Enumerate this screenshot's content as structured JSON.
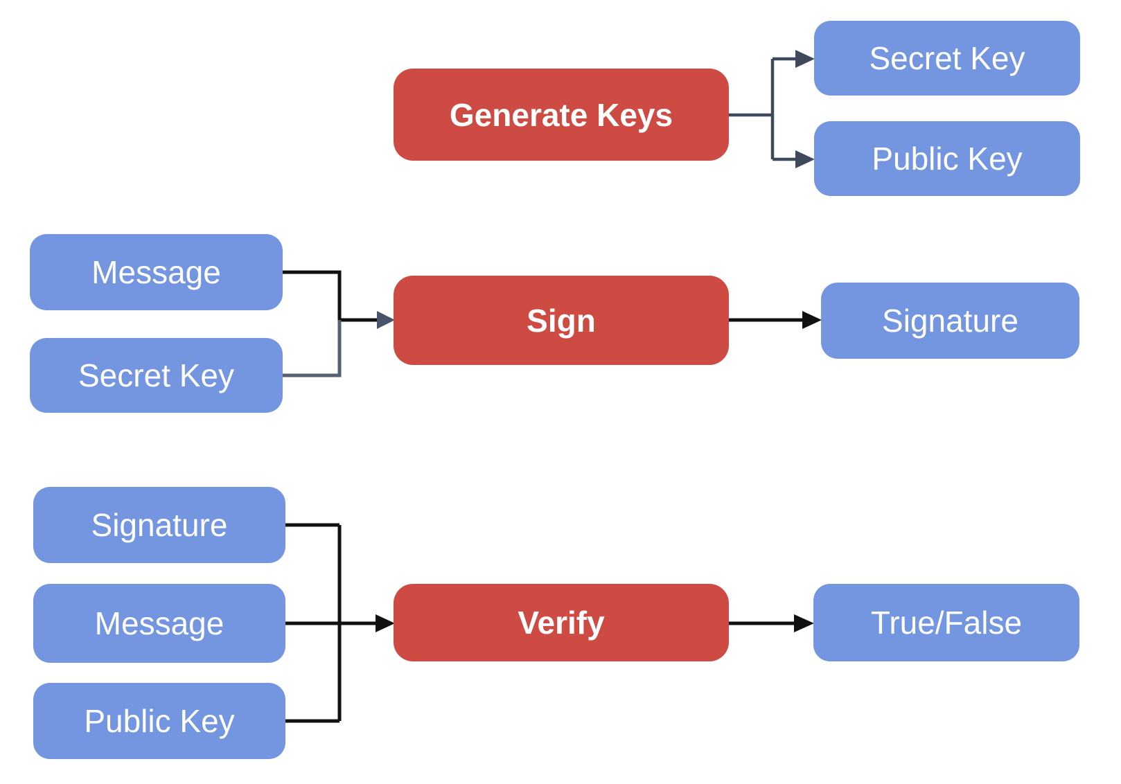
{
  "diagram_type": "flowchart",
  "topic": "digital-signature-scheme",
  "nodes": {
    "generate_keys": {
      "label": "Generate Keys",
      "type": "action"
    },
    "secret_key_top": {
      "label": "Secret Key",
      "type": "data"
    },
    "public_key_top": {
      "label": "Public Key",
      "type": "data"
    },
    "message_mid": {
      "label": "Message",
      "type": "data"
    },
    "secret_key_mid": {
      "label": "Secret Key",
      "type": "data"
    },
    "sign": {
      "label": "Sign",
      "type": "action"
    },
    "signature_mid": {
      "label": "Signature",
      "type": "data"
    },
    "signature_bot": {
      "label": "Signature",
      "type": "data"
    },
    "message_bot": {
      "label": "Message",
      "type": "data"
    },
    "public_key_bot": {
      "label": "Public Key",
      "type": "data"
    },
    "verify": {
      "label": "Verify",
      "type": "action"
    },
    "true_false": {
      "label": "True/False",
      "type": "data"
    }
  },
  "edges": [
    {
      "from": "generate_keys",
      "to": "secret_key_top"
    },
    {
      "from": "generate_keys",
      "to": "public_key_top"
    },
    {
      "from": "message_mid",
      "to": "sign"
    },
    {
      "from": "secret_key_mid",
      "to": "sign"
    },
    {
      "from": "sign",
      "to": "signature_mid"
    },
    {
      "from": "signature_bot",
      "to": "verify"
    },
    {
      "from": "message_bot",
      "to": "verify"
    },
    {
      "from": "public_key_bot",
      "to": "verify"
    },
    {
      "from": "verify",
      "to": "true_false"
    }
  ],
  "colors": {
    "action_box": "#CD4B43",
    "data_box": "#7495DF",
    "connector_slate": "#3E4A5C",
    "connector_black": "#111111",
    "connector_gray": "#566070",
    "arrowhead_slate": "#46536B",
    "text_color": "#FFFFFF",
    "background": "#FFFFFF"
  }
}
